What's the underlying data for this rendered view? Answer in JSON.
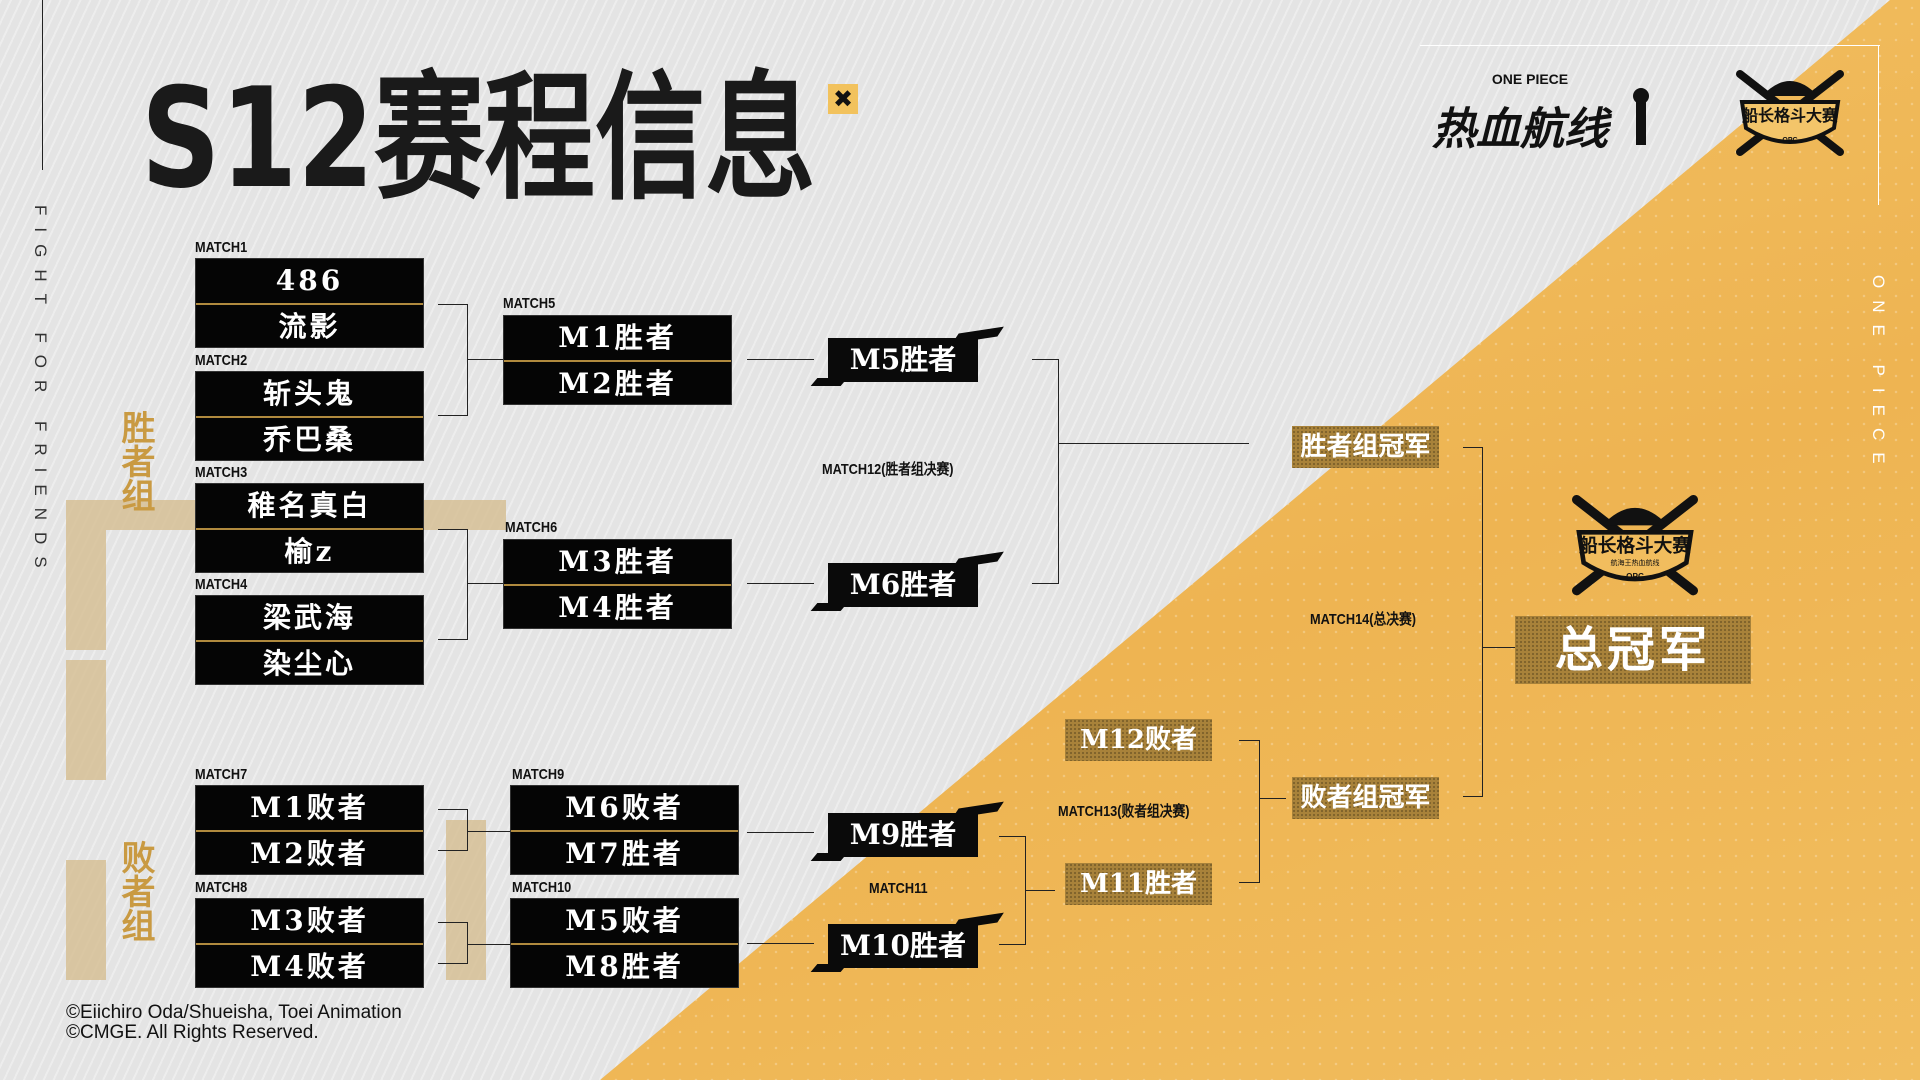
{
  "header": {
    "title": "S12赛程信息",
    "close_symbol": "✖",
    "logo_game": "热血航线",
    "logo_game_sub": "ONE PIECE",
    "logo_event": "船长格斗大赛",
    "logo_event_sub": "航海王热血航线",
    "logo_event_abbr": "OPC"
  },
  "side_text": {
    "left": "FIGHT FOR FRIENDS",
    "right": "ONE PIECE"
  },
  "groups": {
    "winners": "胜者组",
    "losers": "败者组"
  },
  "winners": {
    "match1": {
      "label": "MATCH1",
      "players": [
        "486",
        "流影"
      ]
    },
    "match2": {
      "label": "MATCH2",
      "players": [
        "斩头鬼",
        "乔巴桑"
      ]
    },
    "match3": {
      "label": "MATCH3",
      "players": [
        "稚名真白",
        "榆z"
      ]
    },
    "match4": {
      "label": "MATCH4",
      "players": [
        "梁武海",
        "染尘心"
      ]
    },
    "match5": {
      "label": "MATCH5",
      "players": [
        "M1胜者",
        "M2胜者"
      ]
    },
    "match6": {
      "label": "MATCH6",
      "players": [
        "M3胜者",
        "M4胜者"
      ]
    },
    "m5_winner": "M5胜者",
    "m6_winner": "M6胜者",
    "match12_label": "MATCH12(胜者组决赛)",
    "champion": "胜者组冠军"
  },
  "losers": {
    "match7": {
      "label": "MATCH7",
      "players": [
        "M1败者",
        "M2败者"
      ]
    },
    "match8": {
      "label": "MATCH8",
      "players": [
        "M3败者",
        "M4败者"
      ]
    },
    "match9": {
      "label": "MATCH9",
      "players": [
        "M6败者",
        "M7胜者"
      ]
    },
    "match10": {
      "label": "MATCH10",
      "players": [
        "M5败者",
        "M8胜者"
      ]
    },
    "m9_winner": "M9胜者",
    "m10_winner": "M10胜者",
    "match11_label": "MATCH11",
    "m12_loser": "M12败者",
    "m11_winner": "M11胜者",
    "match13_label": "MATCH13(败者组决赛)",
    "champion": "败者组冠军"
  },
  "final": {
    "match14_label": "MATCH14(总决赛)",
    "champion": "总冠军"
  },
  "copyright": [
    "©Eiichiro Oda/Shueisha, Toei Animation",
    "©CMGE. All Rights Reserved."
  ],
  "colors": {
    "gold": "#eeb452",
    "tag_gold": "#a8823a",
    "box": "#050505"
  }
}
